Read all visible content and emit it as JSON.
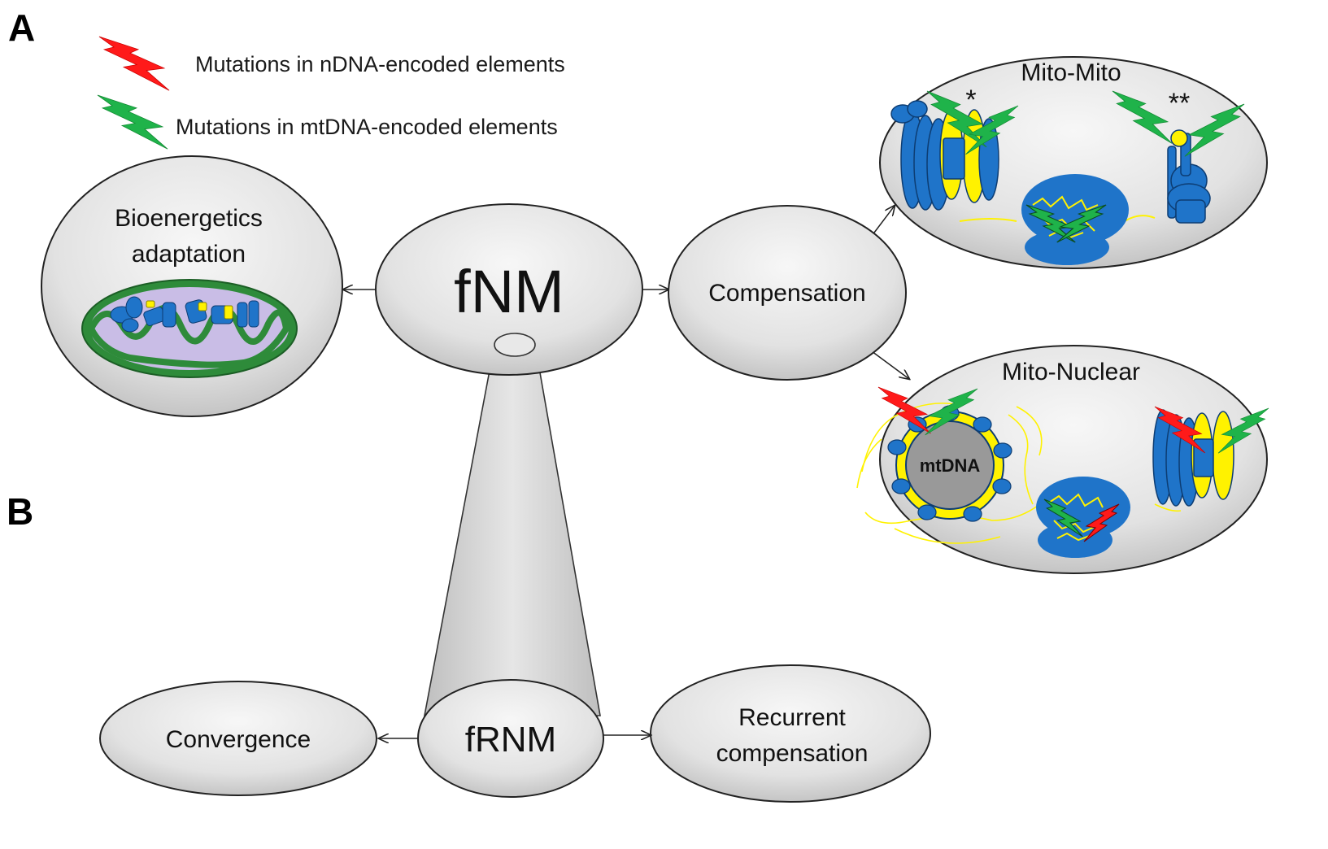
{
  "panels": {
    "a": "A",
    "b": "B"
  },
  "legend": {
    "red_bolt": {
      "label": "Mutations in nDNA-encoded elements",
      "color": "#ff1a1a"
    },
    "green_bolt": {
      "label": "Mutations in mtDNA-encoded elements",
      "color": "#1fb34a"
    }
  },
  "nodes": {
    "bioenergetics_line1": "Bioenergetics",
    "bioenergetics_line2": "adaptation",
    "fnm": "fNM",
    "compensation": "Compensation",
    "mito_mito": "Mito-Mito",
    "mito_mito_star1": "*",
    "mito_mito_star2": "**",
    "mito_nuclear": "Mito-Nuclear",
    "mtdna": "mtDNA",
    "frnm": "fRNM",
    "convergence": "Convergence",
    "recurrent_line1": "Recurrent",
    "recurrent_line2": "compensation"
  },
  "colors": {
    "node_fill_light": "#f4f4f4",
    "node_fill_dark": "#bdbdbd",
    "protein_blue": "#1f74c9",
    "protein_yellow": "#fff200",
    "mito_green": "#2e8b3a",
    "mito_lilac": "#c9bde6"
  }
}
